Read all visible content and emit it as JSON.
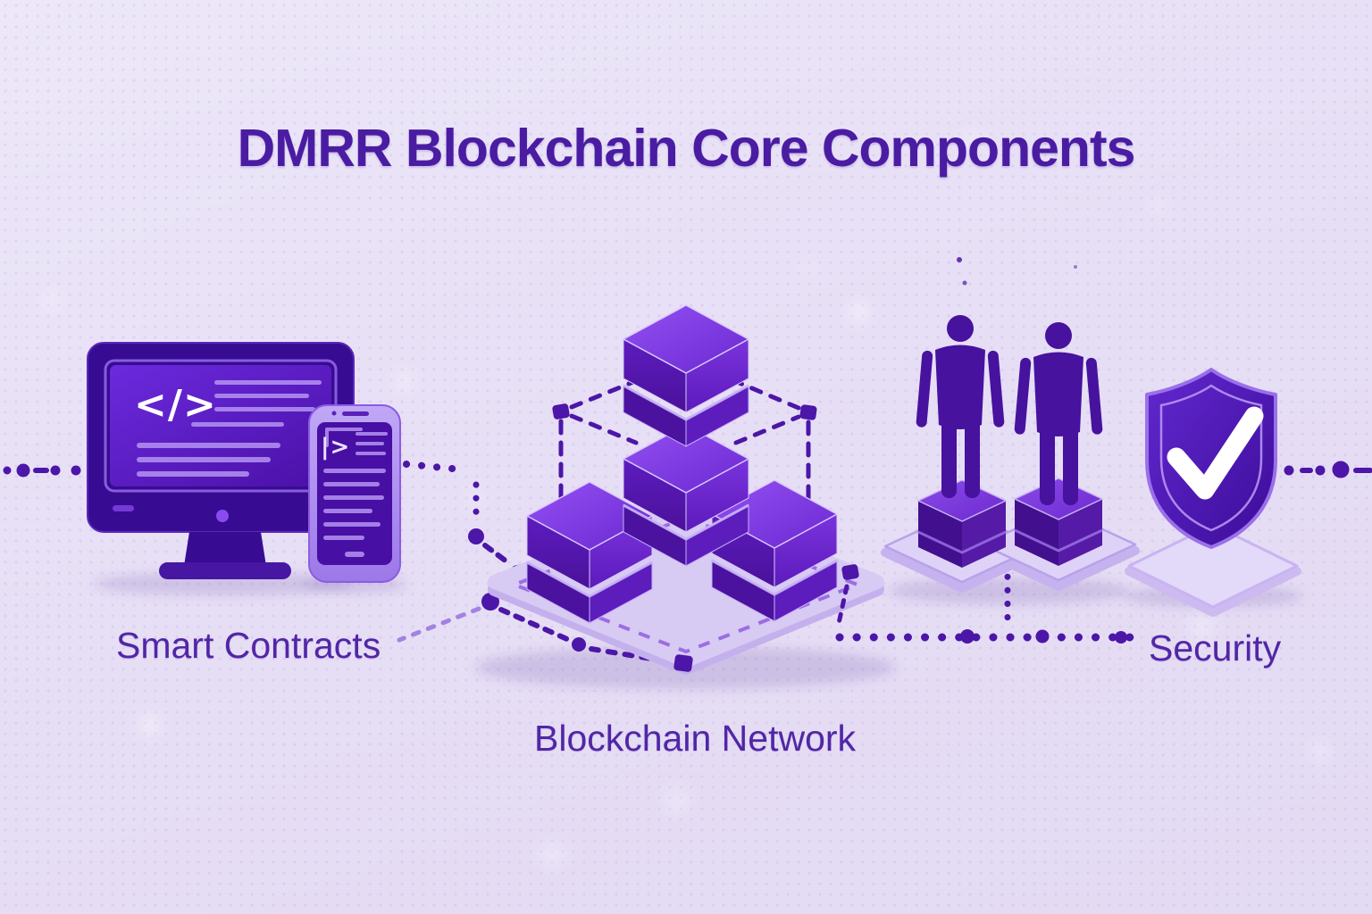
{
  "title": "DMRR Blockchain Core Components",
  "components": [
    {
      "label": "Smart Contracts",
      "icon": "desktop-mobile-code-icon"
    },
    {
      "label": "Blockchain Network",
      "icon": "cube-stack-network-icon"
    },
    {
      "label": "Security",
      "icon": "users-and-shield-check-icon"
    }
  ],
  "glyphs": {
    "monitor_code": "</>",
    "phone_code": "|>"
  },
  "colors": {
    "background": "#e8e1f6",
    "title_text": "#4a1ca2",
    "label_text": "#5126a6",
    "illustration_dark": "#3b0d96",
    "cube_purple": "#6d2bd4",
    "accent_light": "#b79df4",
    "connector_dots": "#4c16a8",
    "platform_light": "#d7caf3",
    "check_white": "#ffffff"
  }
}
